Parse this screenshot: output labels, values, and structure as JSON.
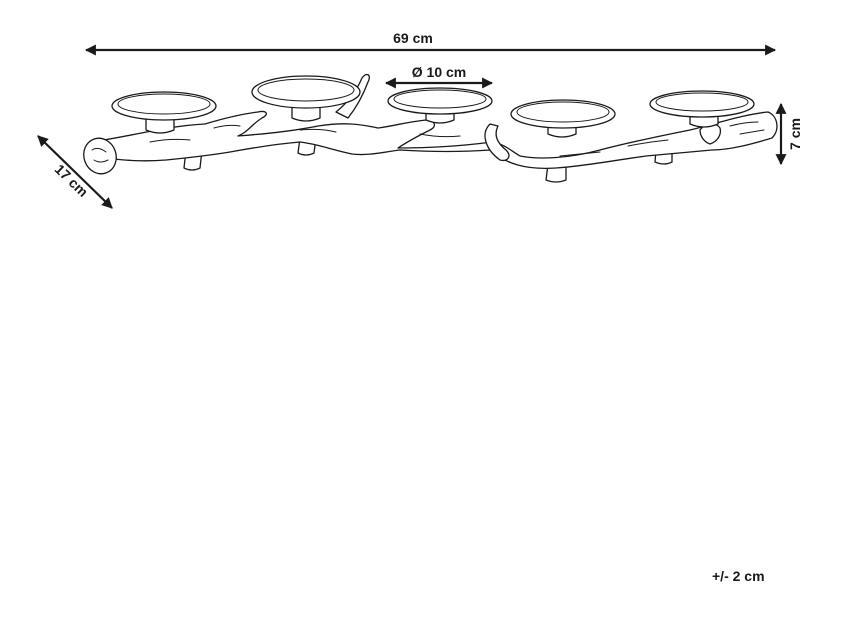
{
  "dimensions": {
    "width_label": "69 cm",
    "depth_label": "17 cm",
    "height_label": "7 cm",
    "diameter_label": "Ø 10 cm"
  },
  "tolerance_label": "+/- 2 cm",
  "colors": {
    "line": "#1a1a1a",
    "background": "#ffffff"
  }
}
